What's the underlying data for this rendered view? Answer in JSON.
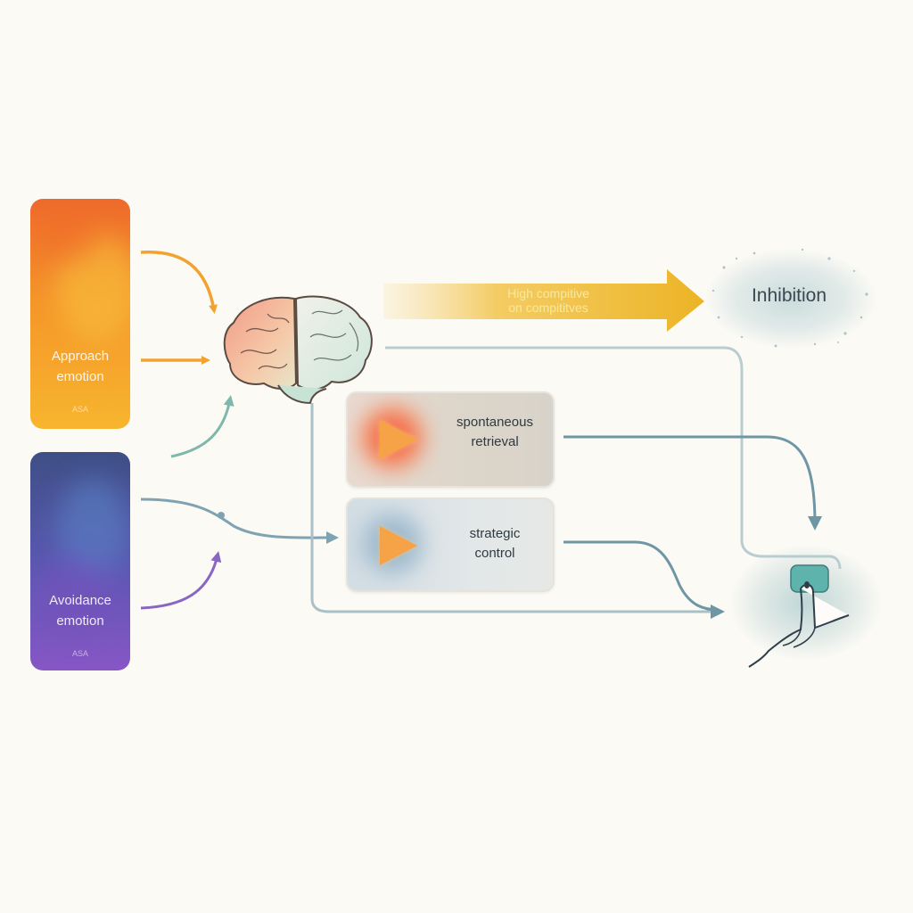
{
  "nodes": {
    "approach": {
      "label_line1": "Approach",
      "label_line2": "emotion",
      "sub": "ASA"
    },
    "avoidance": {
      "label_line1": "Avoidance",
      "label_line2": "emotion",
      "sub": "ASA"
    },
    "spontaneous": {
      "label_line1": "spontaneous",
      "label_line2": "retrieval"
    },
    "strategic": {
      "label_line1": "strategic",
      "label_line2": "control"
    },
    "inhibition": {
      "label": "Inhibition"
    },
    "band": {
      "line1": "High compitive",
      "line2": "on compititves"
    }
  },
  "colors": {
    "approach_arrow": "#f2a22e",
    "approach_arrow_teal": "#7fb7aa",
    "avoidance_arrow": "#8a66c4",
    "connector": "#8aa7b2",
    "band": "#efb72a",
    "button": "#5fb3ad"
  },
  "icons": {
    "brain": "brain-icon",
    "spontaneous": "play-icon",
    "strategic": "play-icon",
    "response": "hand-press-button-icon"
  }
}
